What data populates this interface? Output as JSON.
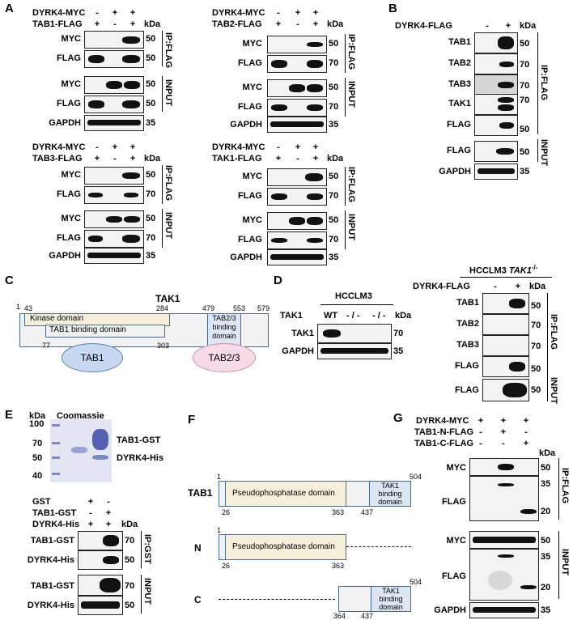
{
  "panels": [
    "A",
    "B",
    "C",
    "D",
    "E",
    "F",
    "G"
  ],
  "common": {
    "minus": "-",
    "plus": "+",
    "kda": "kDa",
    "ip_flag": "IP:FLAG",
    "input": "INPUT",
    "ip_gst": "IP:GST"
  },
  "A1": {
    "r1": "DYRK4-MYC",
    "r2": "TAB1-FLAG",
    "rows": [
      "MYC",
      "FLAG",
      "MYC",
      "FLAG",
      "GAPDH"
    ],
    "mw": [
      "50",
      "50",
      "50",
      "50",
      "35"
    ]
  },
  "A2": {
    "r1": "DYRK4-MYC",
    "r2": "TAB2-FLAG",
    "rows": [
      "MYC",
      "FLAG",
      "MYC",
      "FLAG",
      "GAPDH"
    ],
    "mw": [
      "50",
      "70",
      "50",
      "70",
      "35"
    ]
  },
  "A3": {
    "r1": "DYRK4-MYC",
    "r2": "TAB3-FLAG",
    "rows": [
      "MYC",
      "FLAG",
      "MYC",
      "FLAG",
      "GAPDH"
    ],
    "mw": [
      "50",
      "70",
      "50",
      "70",
      "35"
    ]
  },
  "A4": {
    "r1": "DYRK4-MYC",
    "r2": "TAK1-FLAG",
    "rows": [
      "MYC",
      "FLAG",
      "MYC",
      "FLAG",
      "GAPDH"
    ],
    "mw": [
      "50",
      "70",
      "50",
      "70",
      "35"
    ]
  },
  "B": {
    "r1": "DYRK4-FLAG",
    "rows": [
      "TAB1",
      "TAB2",
      "TAB3",
      "TAK1",
      "FLAG",
      "FLAG",
      "GAPDH"
    ],
    "mw": [
      "50",
      "70",
      "70",
      "70",
      "50",
      "50",
      "35"
    ]
  },
  "C": {
    "title": "TAK1",
    "kinase": "Kinase domain",
    "tab1bd": "TAB1 binding domain",
    "tab23bd": "TAB2/3 binding domain",
    "tab1": "TAB1",
    "tab23": "TAB2/3",
    "n1": "1",
    "n43": "43",
    "n284": "284",
    "n479": "479",
    "n553": "553",
    "n579": "579",
    "n77": "77",
    "n303": "303"
  },
  "D": {
    "cell": "HCCLM3",
    "tak1": "TAK1",
    "wt": "WT",
    "ko": "- / -",
    "rows": [
      "TAK1",
      "GAPDH"
    ],
    "mw": [
      "70",
      "35"
    ],
    "right_title": "HCCLM3",
    "right_title_gene": "TAK1",
    "right_title_sup": "-/-",
    "r1": "DYRK4-FLAG",
    "rrows": [
      "TAB1",
      "TAB2",
      "TAB3",
      "FLAG",
      "FLAG"
    ],
    "rmw": [
      "50",
      "70",
      "70",
      "50",
      "50"
    ]
  },
  "E": {
    "coomassie": "Coomassie",
    "ladder": [
      "100",
      "70",
      "50",
      "40"
    ],
    "gel_labels": [
      "TAB1-GST",
      "DYRK4-His"
    ],
    "r1": "GST",
    "r2": "TAB1-GST",
    "r3": "DYRK4-His",
    "rows": [
      "TAB1-GST",
      "DYRK4-His",
      "TAB1-GST",
      "DYRK4-His"
    ],
    "mw": [
      "70",
      "50",
      "70",
      "50"
    ]
  },
  "F": {
    "tab1": "TAB1",
    "n": "N",
    "c": "C",
    "pseudo": "Pseudophosphatase domain",
    "tak1bd": "TAK1 binding domain",
    "n1": "1",
    "n504": "504",
    "n26": "26",
    "n363": "363",
    "n437": "437",
    "n364": "364"
  },
  "G": {
    "r1": "DYRK4-MYC",
    "r2": "TAB1-N-FLAG",
    "r3": "TAB1-C-FLAG",
    "rows": [
      "MYC",
      "FLAG",
      "MYC",
      "FLAG",
      "GAPDH"
    ],
    "mw": [
      "50",
      "35",
      "20",
      "50",
      "35",
      "20",
      "35"
    ]
  }
}
